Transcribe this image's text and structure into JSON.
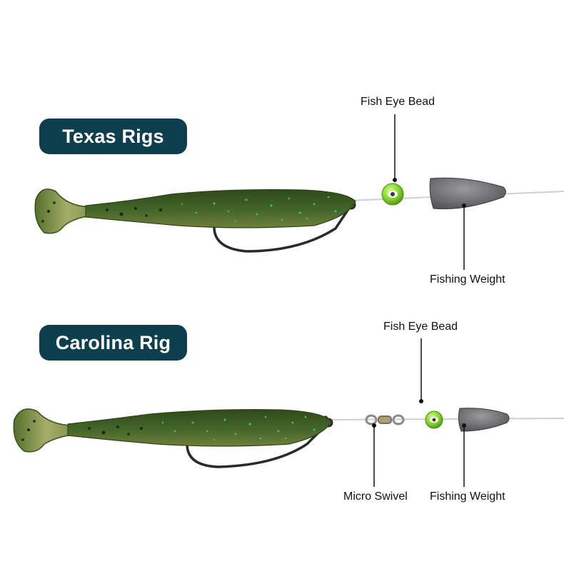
{
  "texas_rig": {
    "title": "Texas Rigs",
    "labels": {
      "bead": "Fish Eye Bead",
      "weight": "Fishing Weight"
    }
  },
  "carolina_rig": {
    "title": "Carolina Rig",
    "labels": {
      "bead": "Fish Eye Bead",
      "swivel": "Micro Swivel",
      "weight": "Fishing Weight"
    }
  },
  "colors": {
    "pill_background": "#0e3f4e",
    "lure_body": "#3d5c23",
    "lure_tail": "#8a9a4a",
    "bead": "#7fd02a",
    "weight": "#6b6b6e",
    "line": "#c8c8c8"
  }
}
